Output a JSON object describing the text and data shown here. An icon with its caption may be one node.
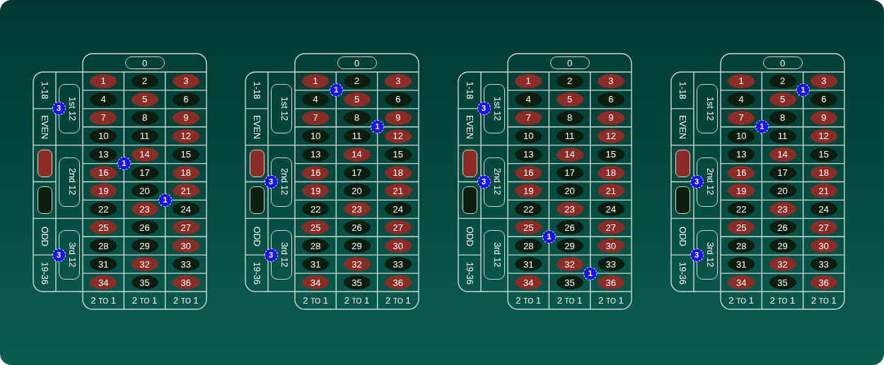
{
  "diagram": {
    "nodes": [
      {
        "text": [],
        "shape": "box"
      },
      {
        "text": [
          "0"
        ],
        "in": 0
      },
      {
        "text": [
          "1"
        ],
        "in": 0
      },
      {
        "text": [
          "2"
        ],
        "in": 0
      },
      {
        "text": [
          "3"
        ],
        "in": 0
      },
      {
        "text": [
          "4"
        ],
        "in": 0
      },
      {
        "text": [
          "5"
        ],
        "in": 0
      },
      {
        "text": [
          "6"
        ],
        "in": 0
      },
      {
        "text": [
          "7"
        ],
        "in": 0
      },
      {
        "text": [
          "8"
        ],
        "in": 0
      },
      {
        "text": [
          "9"
        ],
        "in": 0
      },
      {
        "text": [
          "10"
        ],
        "in": 0
      },
      {
        "text": [
          "11"
        ],
        "in": 0
      },
      {
        "text": [
          "12"
        ],
        "in": 0
      },
      {
        "text": [
          "13"
        ],
        "in": 0
      },
      {
        "text": [
          "14"
        ],
        "in": 0
      },
      {
        "text": [
          "15"
        ],
        "in": 0
      },
      {
        "text": [
          "16"
        ],
        "in": 0
      },
      {
        "text": [
          "17"
        ],
        "in": 0
      },
      {
        "text": [
          "18"
        ],
        "in": 0
      },
      {
        "text": [
          "19"
        ],
        "in": 0
      },
      {
        "text": [
          "20"
        ],
        "in": 0
      },
      {
        "text": [
          "21"
        ],
        "in": 0
      },
      {
        "text": [
          "22"
        ],
        "in": 0
      },
      {
        "text": [
          "23"
        ],
        "in": 0
      },
      {
        "text": [
          "24"
        ],
        "in": 0
      },
      {
        "text": [
          "25"
        ],
        "in": 0
      },
      {
        "text": [
          "26"
        ],
        "in": 0
      },
      {
        "text": [
          "27"
        ],
        "in": 0
      },
      {
        "text": [
          "28"
        ],
        "in": 0
      },
      {
        "text": [
          "29"
        ],
        "in": 0
      },
      {
        "text": [
          "30"
        ],
        "in": 0
      },
      {
        "text": [
          "31"
        ],
        "in": 0
      },
      {
        "text": [
          "32"
        ],
        "in": 0
      },
      {
        "text": [
          "33"
        ],
        "in": 0
      },
      {
        "text": [
          "34"
        ],
        "in": 0
      },
      {
        "text": [
          "35"
        ],
        "in": 0
      },
      {
        "text": [
          "36"
        ],
        "in": 0
      },
      {
        "text": [
          "2 TO 1"
        ],
        "in": 0
      },
      {
        "text": [
          "2 TO 1"
        ],
        "in": 0
      },
      {
        "text": [
          "2 TO 1"
        ],
        "in": 0
      },
      {
        "text": [
          "1-18"
        ],
        "in": 0
      },
      {
        "text": [
          "EVEN"
        ],
        "in": 0
      },
      {
        "text": [],
        "shape": "box",
        "in": 0
      },
      {
        "text": [],
        "shape": "box",
        "in": 0
      },
      {
        "text": [
          "ODD"
        ],
        "in": 0
      },
      {
        "text": [
          "19-36"
        ],
        "in": 0
      },
      {
        "text": [
          "1st 12"
        ],
        "in": 0
      },
      {
        "text": [
          "2nd 12"
        ],
        "in": 0
      },
      {
        "text": [
          "3rd 12"
        ],
        "in": 0
      },
      {
        "text": [
          "3"
        ],
        "in": 0
      },
      {
        "text": [
          "1"
        ],
        "in": 0
      },
      {
        "text": [
          "1"
        ],
        "in": 0
      },
      {
        "text": [
          "3"
        ],
        "in": 0
      },
      {
        "text": [],
        "shape": "box"
      },
      {
        "text": [
          "0"
        ],
        "in": 54
      },
      {
        "text": [
          "1"
        ],
        "in": 54
      },
      {
        "text": [
          "2"
        ],
        "in": 54
      },
      {
        "text": [
          "3"
        ],
        "in": 54
      },
      {
        "text": [
          "4"
        ],
        "in": 54
      },
      {
        "text": [
          "5"
        ],
        "in": 54
      },
      {
        "text": [
          "6"
        ],
        "in": 54
      },
      {
        "text": [
          "7"
        ],
        "in": 54
      },
      {
        "text": [
          "8"
        ],
        "in": 54
      },
      {
        "text": [
          "9"
        ],
        "in": 54
      },
      {
        "text": [
          "10"
        ],
        "in": 54
      },
      {
        "text": [
          "11"
        ],
        "in": 54
      },
      {
        "text": [
          "12"
        ],
        "in": 54
      },
      {
        "text": [
          "13"
        ],
        "in": 54
      },
      {
        "text": [
          "14"
        ],
        "in": 54
      },
      {
        "text": [
          "15"
        ],
        "in": 54
      },
      {
        "text": [
          "16"
        ],
        "in": 54
      },
      {
        "text": [
          "17"
        ],
        "in": 54
      },
      {
        "text": [
          "18"
        ],
        "in": 54
      },
      {
        "text": [
          "19"
        ],
        "in": 54
      },
      {
        "text": [
          "20"
        ],
        "in": 54
      },
      {
        "text": [
          "21"
        ],
        "in": 54
      },
      {
        "text": [
          "22"
        ],
        "in": 54
      },
      {
        "text": [
          "23"
        ],
        "in": 54
      },
      {
        "text": [
          "24"
        ],
        "in": 54
      },
      {
        "text": [
          "25"
        ],
        "in": 54
      },
      {
        "text": [
          "26"
        ],
        "in": 54
      },
      {
        "text": [
          "27"
        ],
        "in": 54
      },
      {
        "text": [
          "28"
        ],
        "in": 54
      },
      {
        "text": [
          "29"
        ],
        "in": 54
      },
      {
        "text": [
          "30"
        ],
        "in": 54
      },
      {
        "text": [
          "31"
        ],
        "in": 54
      },
      {
        "text": [
          "32"
        ],
        "in": 54
      },
      {
        "text": [
          "33"
        ],
        "in": 54
      },
      {
        "text": [
          "34"
        ],
        "in": 54
      },
      {
        "text": [
          "35"
        ],
        "in": 54
      },
      {
        "text": [
          "36"
        ],
        "in": 54
      },
      {
        "text": [
          "2 TO 1"
        ],
        "in": 54
      },
      {
        "text": [
          "2 TO 1"
        ],
        "in": 54
      },
      {
        "text": [
          "2 TO 1"
        ],
        "in": 54
      },
      {
        "text": [
          "1-18"
        ],
        "in": 54
      },
      {
        "text": [
          "EVEN"
        ],
        "in": 54
      },
      {
        "text": [],
        "shape": "box",
        "in": 54
      },
      {
        "text": [],
        "shape": "box",
        "in": 54
      },
      {
        "text": [
          "ODD"
        ],
        "in": 54
      },
      {
        "text": [
          "19-36"
        ],
        "in": 54
      },
      {
        "text": [
          "1st 12"
        ],
        "in": 54
      },
      {
        "text": [
          "2nd 12"
        ],
        "in": 54
      },
      {
        "text": [
          "3rd 12"
        ],
        "in": 54
      },
      {
        "text": [
          "1"
        ],
        "in": 54
      },
      {
        "text": [
          "1"
        ],
        "in": 54
      },
      {
        "text": [
          "3"
        ],
        "in": 54
      },
      {
        "text": [
          "3"
        ],
        "in": 54
      },
      {
        "text": [],
        "shape": "box"
      },
      {
        "text": [
          "0"
        ],
        "in": 108
      },
      {
        "text": [
          "1"
        ],
        "in": 108
      },
      {
        "text": [
          "2"
        ],
        "in": 108
      },
      {
        "text": [
          "3"
        ],
        "in": 108
      },
      {
        "text": [
          "4"
        ],
        "in": 108
      },
      {
        "text": [
          "5"
        ],
        "in": 108
      },
      {
        "text": [
          "6"
        ],
        "in": 108
      },
      {
        "text": [
          "7"
        ],
        "in": 108
      },
      {
        "text": [
          "8"
        ],
        "in": 108
      },
      {
        "text": [
          "9"
        ],
        "in": 108
      },
      {
        "text": [
          "10"
        ],
        "in": 108
      },
      {
        "text": [
          "11"
        ],
        "in": 108
      },
      {
        "text": [
          "12"
        ],
        "in": 108
      },
      {
        "text": [
          "13"
        ],
        "in": 108
      },
      {
        "text": [
          "14"
        ],
        "in": 108
      },
      {
        "text": [
          "15"
        ],
        "in": 108
      },
      {
        "text": [
          "16"
        ],
        "in": 108
      },
      {
        "text": [
          "17"
        ],
        "in": 108
      },
      {
        "text": [
          "18"
        ],
        "in": 108
      },
      {
        "text": [
          "19"
        ],
        "in": 108
      },
      {
        "text": [
          "20"
        ],
        "in": 108
      },
      {
        "text": [
          "21"
        ],
        "in": 108
      },
      {
        "text": [
          "22"
        ],
        "in": 108
      },
      {
        "text": [
          "23"
        ],
        "in": 108
      },
      {
        "text": [
          "24"
        ],
        "in": 108
      },
      {
        "text": [
          "25"
        ],
        "in": 108
      },
      {
        "text": [
          "26"
        ],
        "in": 108
      },
      {
        "text": [
          "27"
        ],
        "in": 108
      },
      {
        "text": [
          "28"
        ],
        "in": 108
      },
      {
        "text": [
          "29"
        ],
        "in": 108
      },
      {
        "text": [
          "30"
        ],
        "in": 108
      },
      {
        "text": [
          "31"
        ],
        "in": 108
      },
      {
        "text": [
          "32"
        ],
        "in": 108
      },
      {
        "text": [
          "33"
        ],
        "in": 108
      },
      {
        "text": [
          "34"
        ],
        "in": 108
      },
      {
        "text": [
          "35"
        ],
        "in": 108
      },
      {
        "text": [
          "36"
        ],
        "in": 108
      },
      {
        "text": [
          "2 TO 1"
        ],
        "in": 108
      },
      {
        "text": [
          "2 TO 1"
        ],
        "in": 108
      },
      {
        "text": [
          "2 TO 1"
        ],
        "in": 108
      },
      {
        "text": [
          "1-18"
        ],
        "in": 108
      },
      {
        "text": [
          "EVEN"
        ],
        "in": 108
      },
      {
        "text": [],
        "shape": "box",
        "in": 108
      },
      {
        "text": [],
        "shape": "box",
        "in": 108
      },
      {
        "text": [
          "ODD"
        ],
        "in": 108
      },
      {
        "text": [
          "19-36"
        ],
        "in": 108
      },
      {
        "text": [
          "1st 12"
        ],
        "in": 108
      },
      {
        "text": [
          "2nd 12"
        ],
        "in": 108
      },
      {
        "text": [
          "3rd 12"
        ],
        "in": 108
      },
      {
        "text": [
          "3"
        ],
        "in": 108
      },
      {
        "text": [
          "3"
        ],
        "in": 108
      },
      {
        "text": [
          "1"
        ],
        "in": 108
      },
      {
        "text": [
          "1"
        ],
        "in": 108
      },
      {
        "text": [],
        "shape": "box"
      },
      {
        "text": [
          "0"
        ],
        "in": 162
      },
      {
        "text": [
          "1"
        ],
        "in": 162
      },
      {
        "text": [
          "2"
        ],
        "in": 162
      },
      {
        "text": [
          "3"
        ],
        "in": 162
      },
      {
        "text": [
          "4"
        ],
        "in": 162
      },
      {
        "text": [
          "5"
        ],
        "in": 162
      },
      {
        "text": [
          "6"
        ],
        "in": 162
      },
      {
        "text": [
          "7"
        ],
        "in": 162
      },
      {
        "text": [
          "8"
        ],
        "in": 162
      },
      {
        "text": [
          "9"
        ],
        "in": 162
      },
      {
        "text": [
          "10"
        ],
        "in": 162
      },
      {
        "text": [
          "11"
        ],
        "in": 162
      },
      {
        "text": [
          "12"
        ],
        "in": 162
      },
      {
        "text": [
          "13"
        ],
        "in": 162
      },
      {
        "text": [
          "14"
        ],
        "in": 162
      },
      {
        "text": [
          "15"
        ],
        "in": 162
      },
      {
        "text": [
          "16"
        ],
        "in": 162
      },
      {
        "text": [
          "17"
        ],
        "in": 162
      },
      {
        "text": [
          "18"
        ],
        "in": 162
      },
      {
        "text": [
          "19"
        ],
        "in": 162
      },
      {
        "text": [
          "20"
        ],
        "in": 162
      },
      {
        "text": [
          "21"
        ],
        "in": 162
      },
      {
        "text": [
          "22"
        ],
        "in": 162
      },
      {
        "text": [
          "23"
        ],
        "in": 162
      },
      {
        "text": [
          "24"
        ],
        "in": 162
      },
      {
        "text": [
          "25"
        ],
        "in": 162
      },
      {
        "text": [
          "26"
        ],
        "in": 162
      },
      {
        "text": [
          "27"
        ],
        "in": 162
      },
      {
        "text": [
          "28"
        ],
        "in": 162
      },
      {
        "text": [
          "29"
        ],
        "in": 162
      },
      {
        "text": [
          "30"
        ],
        "in": 162
      },
      {
        "text": [
          "31"
        ],
        "in": 162
      },
      {
        "text": [
          "32"
        ],
        "in": 162
      },
      {
        "text": [
          "33"
        ],
        "in": 162
      },
      {
        "text": [
          "34"
        ],
        "in": 162
      },
      {
        "text": [
          "35"
        ],
        "in": 162
      },
      {
        "text": [
          "36"
        ],
        "in": 162
      },
      {
        "text": [
          "2 TO 1"
        ],
        "in": 162
      },
      {
        "text": [
          "2 TO 1"
        ],
        "in": 162
      },
      {
        "text": [
          "2 TO 1"
        ],
        "in": 162
      },
      {
        "text": [
          "1-18"
        ],
        "in": 162
      },
      {
        "text": [
          "EVEN"
        ],
        "in": 162
      },
      {
        "text": [],
        "shape": "box",
        "in": 162
      },
      {
        "text": [],
        "shape": "box",
        "in": 162
      },
      {
        "text": [
          "ODD"
        ],
        "in": 162
      },
      {
        "text": [
          "19-36"
        ],
        "in": 162
      },
      {
        "text": [
          "1st 12"
        ],
        "in": 162
      },
      {
        "text": [
          "2nd 12"
        ],
        "in": 162
      },
      {
        "text": [
          "3rd 12"
        ],
        "in": 162
      },
      {
        "text": [
          "1"
        ],
        "in": 162
      },
      {
        "text": [
          "1"
        ],
        "in": 162
      },
      {
        "text": [
          "3"
        ],
        "in": 162
      },
      {
        "text": [
          "3"
        ],
        "in": 162
      }
    ]
  }
}
